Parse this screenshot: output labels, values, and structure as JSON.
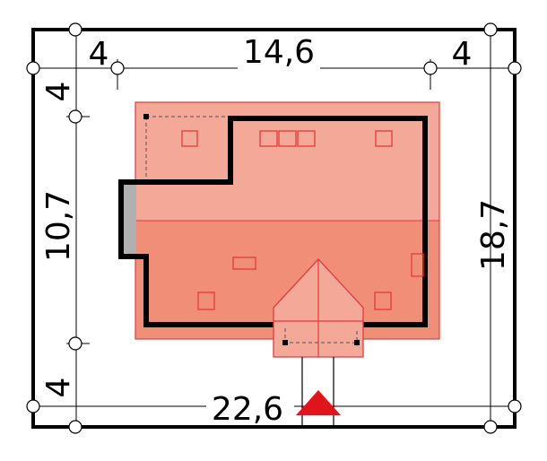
{
  "diagram": {
    "dimensions": {
      "top_left_margin": "4",
      "top_house_width": "14,6",
      "top_right_margin": "4",
      "left_top_margin": "4",
      "left_house_depth": "10,7",
      "left_bottom_margin": "4",
      "plot_width": "22,6",
      "plot_depth": "18,7"
    },
    "colors": {
      "roof_light": "#f4a898",
      "roof_dark": "#f08e78",
      "roof_outline": "#e23b3b",
      "wall": "#000000",
      "garage_side": "#b0b0b0",
      "north_arrow": "#e0151b",
      "boundary": "#000000",
      "background": "#ffffff"
    },
    "icons": {
      "north_arrow": "north-arrow-icon",
      "marker": "boundary-marker-circle"
    }
  }
}
